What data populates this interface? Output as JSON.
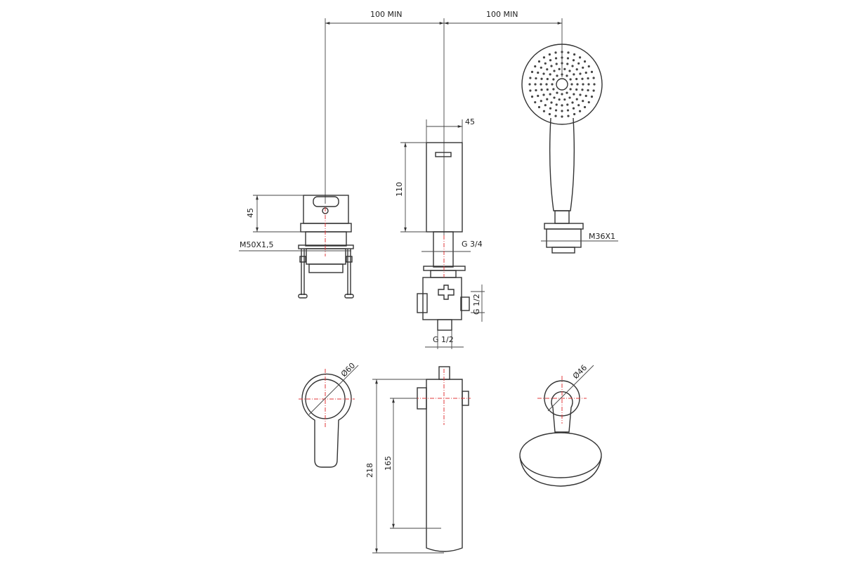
{
  "drawing": {
    "title": "Bath mixer technical drawing",
    "dimensions": {
      "spacing_left": "100 MIN",
      "spacing_right": "100 MIN",
      "spout_width": "45",
      "spout_height": "110",
      "handle_height": "45",
      "handle_thread": "M50X1,5",
      "spout_thread": "G 3/4",
      "valve_outlet_vertical": "G 1/2",
      "valve_outlet_bottom": "G 1/2",
      "shower_thread": "M36X1",
      "handle_diameter": "Ø60",
      "shower_holder_diameter": "Ø46",
      "spout_total_height": "218",
      "spout_outlet_height": "165"
    },
    "colors": {
      "line": "#333333",
      "centerline": "#e0393b"
    }
  }
}
